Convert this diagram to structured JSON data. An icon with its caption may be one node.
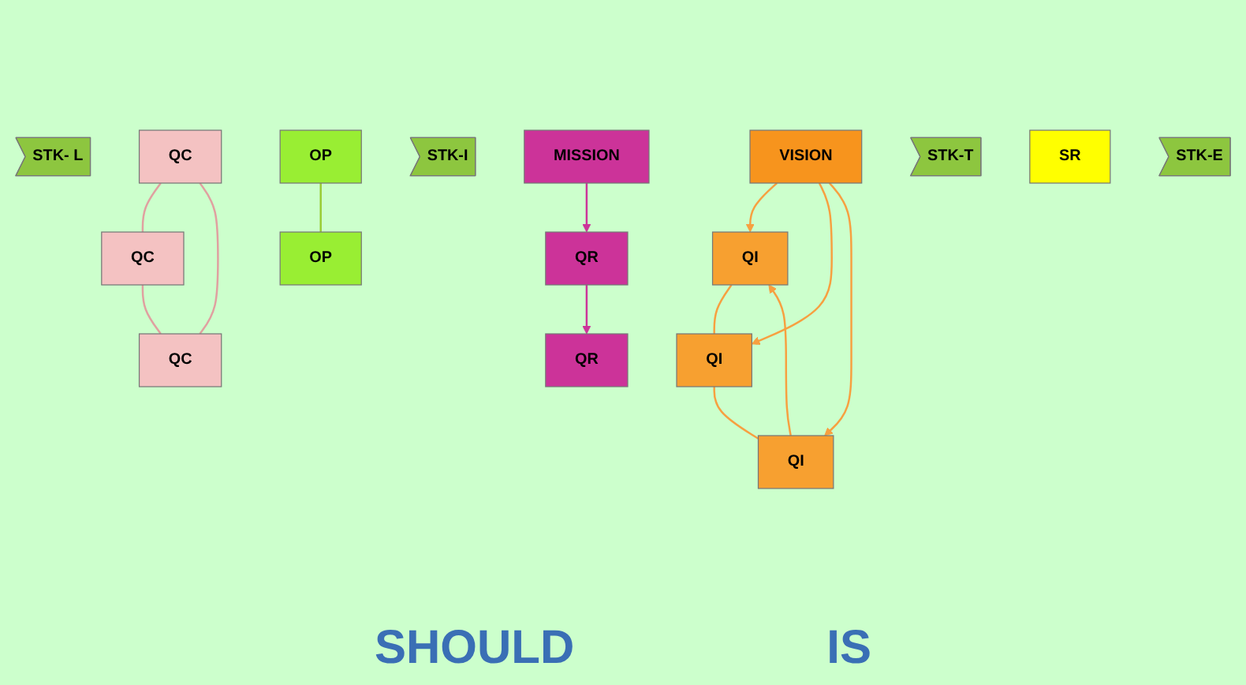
{
  "diagram": {
    "nodes": [
      {
        "text": [
          "STK- L"
        ]
      },
      {
        "text": [
          "MISSION"
        ]
      },
      {
        "text": [
          "VISION"
        ]
      },
      {
        "text": [
          "STK-I"
        ]
      },
      {
        "text": [
          "OP"
        ]
      },
      {
        "text": [
          "QC"
        ]
      },
      {
        "text": [
          "QC"
        ]
      },
      {
        "text": [
          "QI"
        ]
      },
      {
        "text": [
          "STK-T"
        ]
      },
      {
        "text": [
          "OP"
        ]
      },
      {
        "text": [
          "QC"
        ]
      },
      {
        "text": [
          "SR"
        ]
      },
      {
        "text": [
          "QI"
        ]
      },
      {
        "text": [
          "STK-E"
        ]
      },
      {
        "text": [
          "QR"
        ]
      },
      {
        "text": [
          "QR"
        ]
      },
      {
        "text": [
          "QI"
        ]
      }
    ],
    "edges": [
      {
        "from": 1,
        "to": 14,
        "arrow": "to",
        "color": "#cc3399"
      },
      {
        "from": 2,
        "to": 7,
        "arrow": "to"
      },
      {
        "from": 2,
        "to": 12,
        "arrow": "to"
      },
      {
        "from": 2,
        "to": 16,
        "arrow": "to"
      },
      {
        "from": 4,
        "to": 9,
        "arrow": "none",
        "color": "#99cc33"
      },
      {
        "from": 5,
        "to": 6,
        "arrow": "none",
        "color": "#e0a0a0"
      },
      {
        "from": 5,
        "to": 10,
        "arrow": "none",
        "color": "#e0a0a0"
      },
      {
        "from": 6,
        "to": 10,
        "arrow": "none",
        "color": "#e0a0a0"
      },
      {
        "from": 7,
        "to": 12,
        "arrow": "none"
      },
      {
        "from": 12,
        "to": 16,
        "arrow": "none"
      },
      {
        "from": 16,
        "to": 7,
        "arrow": "to"
      },
      {
        "from": 14,
        "to": 15,
        "arrow": "to",
        "color": "#cc3399"
      }
    ],
    "labels": [
      "SHOULD",
      "IS"
    ]
  }
}
